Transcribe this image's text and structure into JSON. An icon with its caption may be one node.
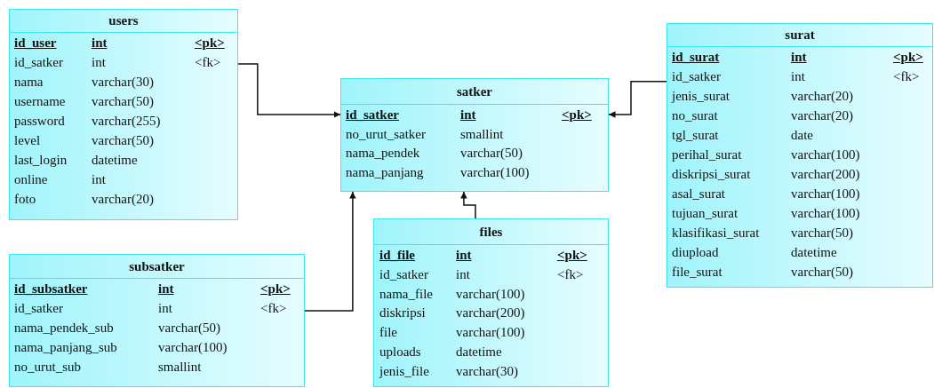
{
  "diagram": {
    "nodes": [
      {
        "text": [
          "users",
          "id_user",
          "int",
          "<pk>",
          "id_satker",
          "int",
          "<fk>",
          "nama",
          "varchar(30)",
          "username",
          "varchar(50)",
          "password",
          "varchar(255)",
          "level",
          "varchar(50)",
          "last_login",
          "datetime",
          "online",
          "int",
          "foto",
          "varchar(20)"
        ]
      },
      {
        "text": [
          "satker",
          "id_satker",
          "int",
          "<pk>",
          "no_urut_satker",
          "smallint",
          "nama_pendek",
          "varchar(50)",
          "nama_panjang",
          "varchar(100)"
        ]
      },
      {
        "text": [
          "subsatker",
          "id_subsatker",
          "int",
          "<pk>",
          "id_satker",
          "int",
          "<fk>",
          "nama_pendek_sub",
          "varchar(50)",
          "nama_panjang_sub",
          "varchar(100)",
          "no_urut_sub",
          "smallint"
        ]
      },
      {
        "text": [
          "files",
          "id_file",
          "int",
          "<pk>",
          "id_satker",
          "int",
          "<fk>",
          "nama_file",
          "varchar(100)",
          "diskripsi",
          "varchar(200)",
          "file",
          "varchar(100)",
          "uploads",
          "datetime",
          "jenis_file",
          "varchar(30)"
        ]
      },
      {
        "text": [
          "surat",
          "id_surat",
          "int",
          "<pk>",
          "id_satker",
          "int",
          "<fk>",
          "jenis_surat",
          "varchar(20)",
          "no_surat",
          "varchar(20)",
          "tgl_surat",
          "date",
          "perihal_surat",
          "varchar(100)",
          "diskripsi_surat",
          "varchar(200)",
          "asal_surat",
          "varchar(100)",
          "tujuan_surat",
          "varchar(100)",
          "klasifikasi_surat",
          "varchar(50)",
          "diupload",
          "datetime",
          "file_surat",
          "varchar(50)"
        ]
      }
    ],
    "edges": [
      {
        "from": 0,
        "to": 1,
        "arrow": "to"
      },
      {
        "from": 2,
        "to": 1,
        "arrow": "to"
      },
      {
        "from": 3,
        "to": 1,
        "arrow": "to"
      },
      {
        "from": 4,
        "to": 1,
        "arrow": "to"
      }
    ]
  }
}
